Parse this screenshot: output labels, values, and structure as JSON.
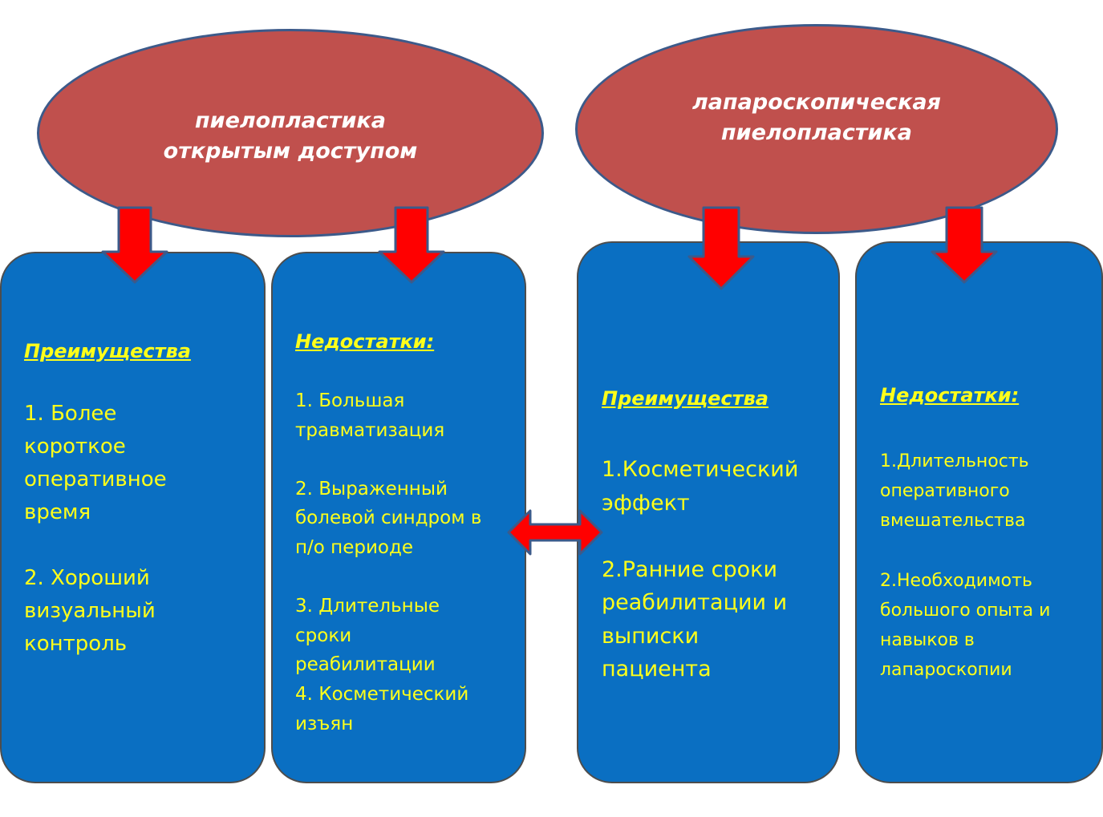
{
  "ellipses": {
    "left": "пиелопластика\nоткрытым доступом",
    "right": "лапароскопическая\nпиелопластика"
  },
  "boxes": {
    "open_advantages": {
      "heading": "Преимущества",
      "body": "1.    Более\nкороткое\nоперативное\nвремя\n\n2.   Хороший\nвизуальный\nконтроль"
    },
    "open_disadvantages": {
      "heading": "Недостатки:",
      "body": "1.    Большая\nтравматизация\n\n2. Выраженный\nболевой синдром в\nп/о периоде\n\n3. Длительные\nсроки\nреабилитации\n4. Косметический\nизъян"
    },
    "lap_advantages": {
      "heading": "Преимущества",
      "body": "1.Косметический\nэффект\n\n2.Ранние сроки\nреабилитации и\nвыписки\nпациента"
    },
    "lap_disadvantages": {
      "heading": "Недостатки:",
      "body": "1.Длительность\nоперативного\nвмешательства\n\n2.Необходимоть\nбольшого опыта и\nнавыков в\nлапароскопии"
    }
  },
  "colors": {
    "ellipse_fill": "#c0504d",
    "box_fill": "#0a6fc2",
    "text_yellow": "#ffff1a",
    "arrow_red": "#ff0000"
  }
}
